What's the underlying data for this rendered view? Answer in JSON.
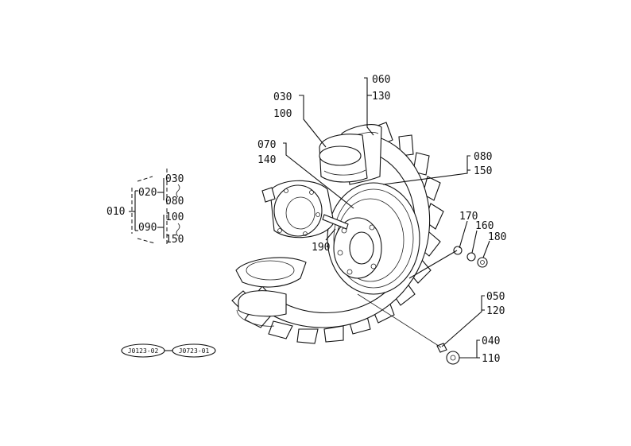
{
  "tree": {
    "root": "010",
    "group_a": "020",
    "group_b": "090",
    "a_items": [
      "030",
      "080"
    ],
    "b_items": [
      "100",
      "150"
    ]
  },
  "callouts": {
    "c030": "030",
    "c100": "100",
    "c060": "060",
    "c130": "130",
    "c070": "070",
    "c140": "140",
    "c080": "080",
    "c150": "150",
    "c190": "190",
    "c170": "170",
    "c160": "160",
    "c180": "180",
    "c050": "050",
    "c120": "120",
    "c040": "040",
    "c110": "110"
  },
  "refs": {
    "left": "J0123-02",
    "right": "J0723-01"
  }
}
